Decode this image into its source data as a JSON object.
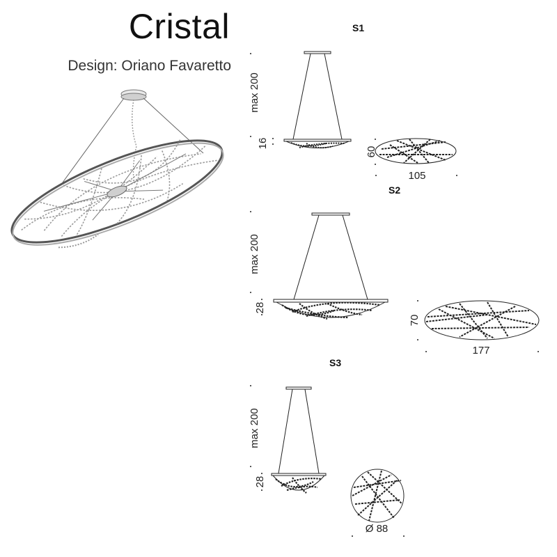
{
  "product": {
    "title": "Cristal",
    "subtitle": "Design: Oriano Favaretto"
  },
  "models": [
    {
      "label": "S1",
      "max_label": "max 200",
      "height_label": "16",
      "plan_depth_label": "60",
      "plan_width_label": "105"
    },
    {
      "label": "S2",
      "max_label": "max 200",
      "height_label": "28",
      "plan_depth_label": "70",
      "plan_width_label": "177"
    },
    {
      "label": "S3",
      "max_label": "max 200",
      "height_label": "28",
      "plan_diameter_label": "Ø 88"
    }
  ],
  "colors": {
    "line": "#1a1a1a",
    "frame": "#555555",
    "bead": "#8a8a8a"
  }
}
